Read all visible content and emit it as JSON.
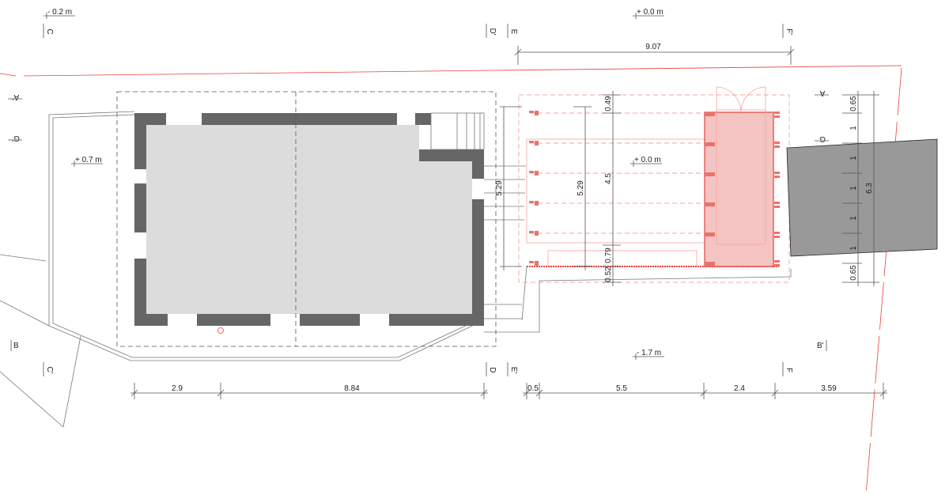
{
  "levels": {
    "top_left": "- 0.2 m",
    "top_right": "+ 0.0 m",
    "left_yard": "+ 0.7 m",
    "pavilion": "+ 0.0 m",
    "bottom": "- 1.7 m"
  },
  "sections": {
    "c_top": "C",
    "d_prime_top": "D'",
    "e_top": "E",
    "f_prime_top": "F'",
    "a_prime_left": "A'",
    "g_prime_left": "G'",
    "a_right": "A",
    "g_right": "G",
    "b_left": "B",
    "b_prime_right": "B'",
    "c_prime_bottom": "C'",
    "d_bottom": "D",
    "e_prime_bottom": "E'",
    "f_bottom": "F"
  },
  "dimensions": {
    "top_width": "9.07",
    "bottom": [
      "2.9",
      "8.84",
      "0.5",
      "5.5",
      "2.4",
      "3.59"
    ],
    "stair_depth": "5.29",
    "pavilion_depth": "5.29",
    "pavilion_inner": [
      "0.49",
      "4.5",
      "0.79",
      "0.52"
    ],
    "right_segments": [
      "0.65",
      "1",
      "1",
      "1",
      "1",
      "1",
      "0.65"
    ],
    "right_total": "6.3"
  },
  "colors": {
    "wall": "#666666",
    "floor": "#dcdcdc",
    "proposal": "#e8413a",
    "proposal_fill": "#f4c4c2",
    "neighbor": "#999999"
  }
}
